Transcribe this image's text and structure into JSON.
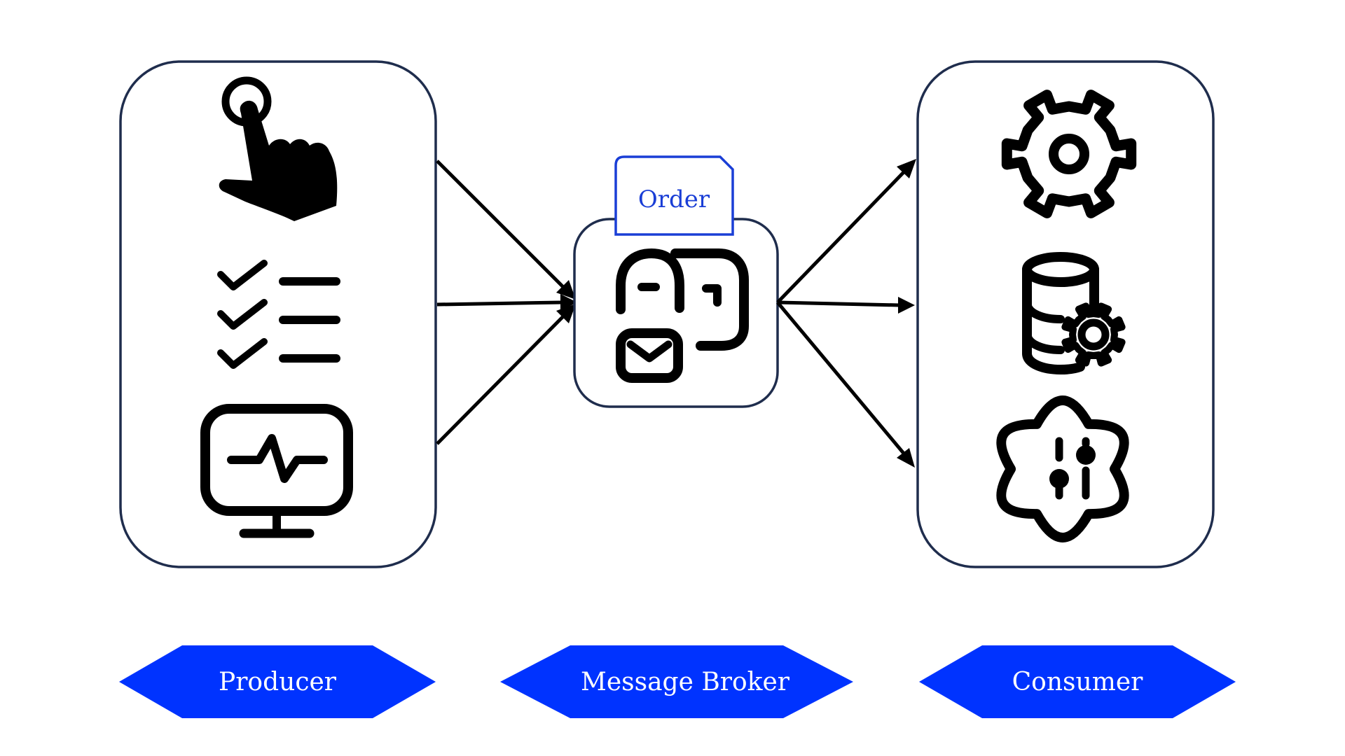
{
  "colors": {
    "accent": "#0033ff",
    "order_tag": "#1a3ed6",
    "panel_border": "#1f2d4d",
    "icon": "#000000"
  },
  "producer": {
    "label": "Producer",
    "icons": [
      "tap-hand-icon",
      "checklist-icon",
      "monitor-activity-icon"
    ]
  },
  "broker": {
    "label": "Message Broker",
    "message_tag": "Order",
    "icon": "message-broker-icon"
  },
  "consumer": {
    "label": "Consumer",
    "icons": [
      "gear-icon",
      "database-settings-icon",
      "microservice-gear-icon"
    ]
  }
}
